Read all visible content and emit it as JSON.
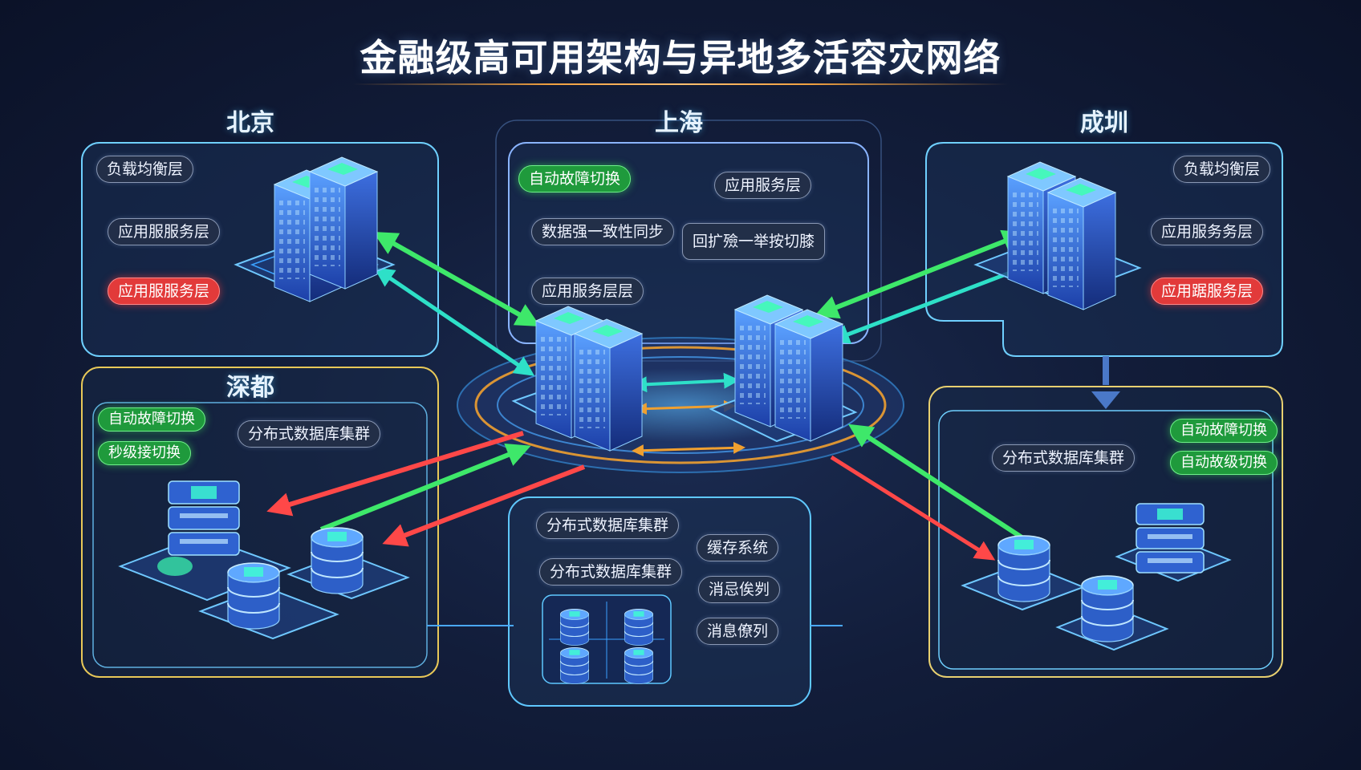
{
  "title": "金融级高可用架构与异地多活容灾网络",
  "regions": {
    "beijing": "北京",
    "shanghai": "上海",
    "chengzhen": "成圳",
    "shenzhen": "深都"
  },
  "beijing_panel": {
    "pill_1": "负载均衡层",
    "pill_2": "应用服服务层",
    "pill_3": "应用服服务层"
  },
  "shanghai_panel": {
    "pill_1": "自动故障切换",
    "pill_2": "应用服务层",
    "pill_3": "数据强一致性同步",
    "pill_4": "回扩殮一举按切膝",
    "pill_5": "应用服务层层"
  },
  "chengzhen_panel": {
    "pill_1": "负载均衡层",
    "pill_2": "应用服务务层",
    "pill_3": "应用踞服务层"
  },
  "shenzhen_panel": {
    "pill_1": "自动故障切换",
    "pill_2": "秒级接切换",
    "pill_3": "分布式数据库集群"
  },
  "se_panel": {
    "pill_1": "分布式数据库集群",
    "pill_2": "自动故障切换",
    "pill_3": "自动故级切换"
  },
  "bottom_panel": {
    "pill_1": "分布式数据库集群",
    "pill_2": "分布式数据库集群",
    "pill_3": "缓存系统",
    "pill_4": "消忌俟刿",
    "pill_5": "消息僚列"
  },
  "colors": {
    "green_arrow": "#3ee86a",
    "red_arrow": "#ff4848",
    "orange_ring": "#f0a030",
    "cyan_link": "#2ee0c8",
    "pill_red": "#e23a3a",
    "pill_green": "#1f9a3c",
    "building_blue": "#3f86ff"
  },
  "icons": [
    "building-icon",
    "database-icon",
    "server-stack-icon"
  ]
}
